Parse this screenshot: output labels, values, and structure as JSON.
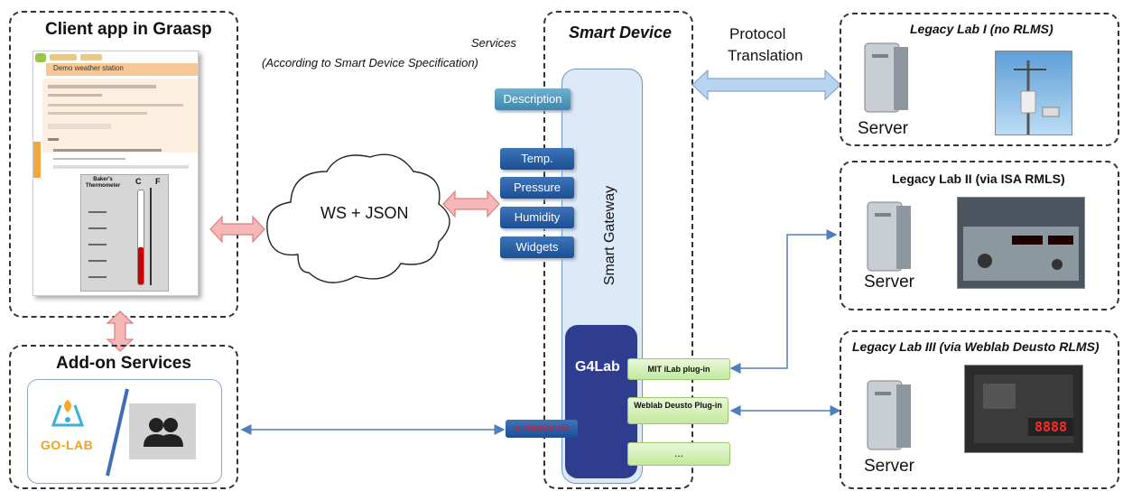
{
  "client": {
    "title": "Client app in Graasp",
    "app_header": "Demo weather station",
    "thermo_title": "Baker's Thermometer",
    "scale_c": "C",
    "scale_f": "F"
  },
  "addon": {
    "title": "Add-on Services",
    "logo_text": "GO-LAB"
  },
  "cloud": {
    "label": "WS + JSON"
  },
  "services_note": {
    "line1": "Services",
    "line2": "(According to Smart Device Specification)"
  },
  "smart_device": {
    "title": "Smart Device",
    "gateway": "Smart Gateway",
    "g4lab": "G4Lab",
    "services": [
      "Description",
      "Temp.",
      "Pressure",
      "Humidity",
      "Widgets"
    ],
    "auth": "authenticate",
    "plugins": [
      "MIT iLab plug-in",
      "Weblab Deusto Plug-in",
      "..."
    ]
  },
  "protocol": {
    "line1": "Protocol",
    "line2": "Translation"
  },
  "labs": [
    {
      "title": "Legacy Lab I (no RLMS)",
      "server": "Server"
    },
    {
      "title": "Legacy Lab II (via ISA RMLS)",
      "server": "Server"
    },
    {
      "title": "Legacy Lab III (via Weblab Deusto RLMS)",
      "server": "Server",
      "display": "8888"
    }
  ],
  "colors": {
    "service_blue": "#2b5fa6",
    "g4lab_blue": "#2e3d8f",
    "gateway_fill": "#dce9f7",
    "plugin_green": "#d7f0bd",
    "arrow_pink": "#f4b8b8",
    "arrow_blue": "#b9d4ef",
    "line_blue": "#4d7fbf"
  }
}
